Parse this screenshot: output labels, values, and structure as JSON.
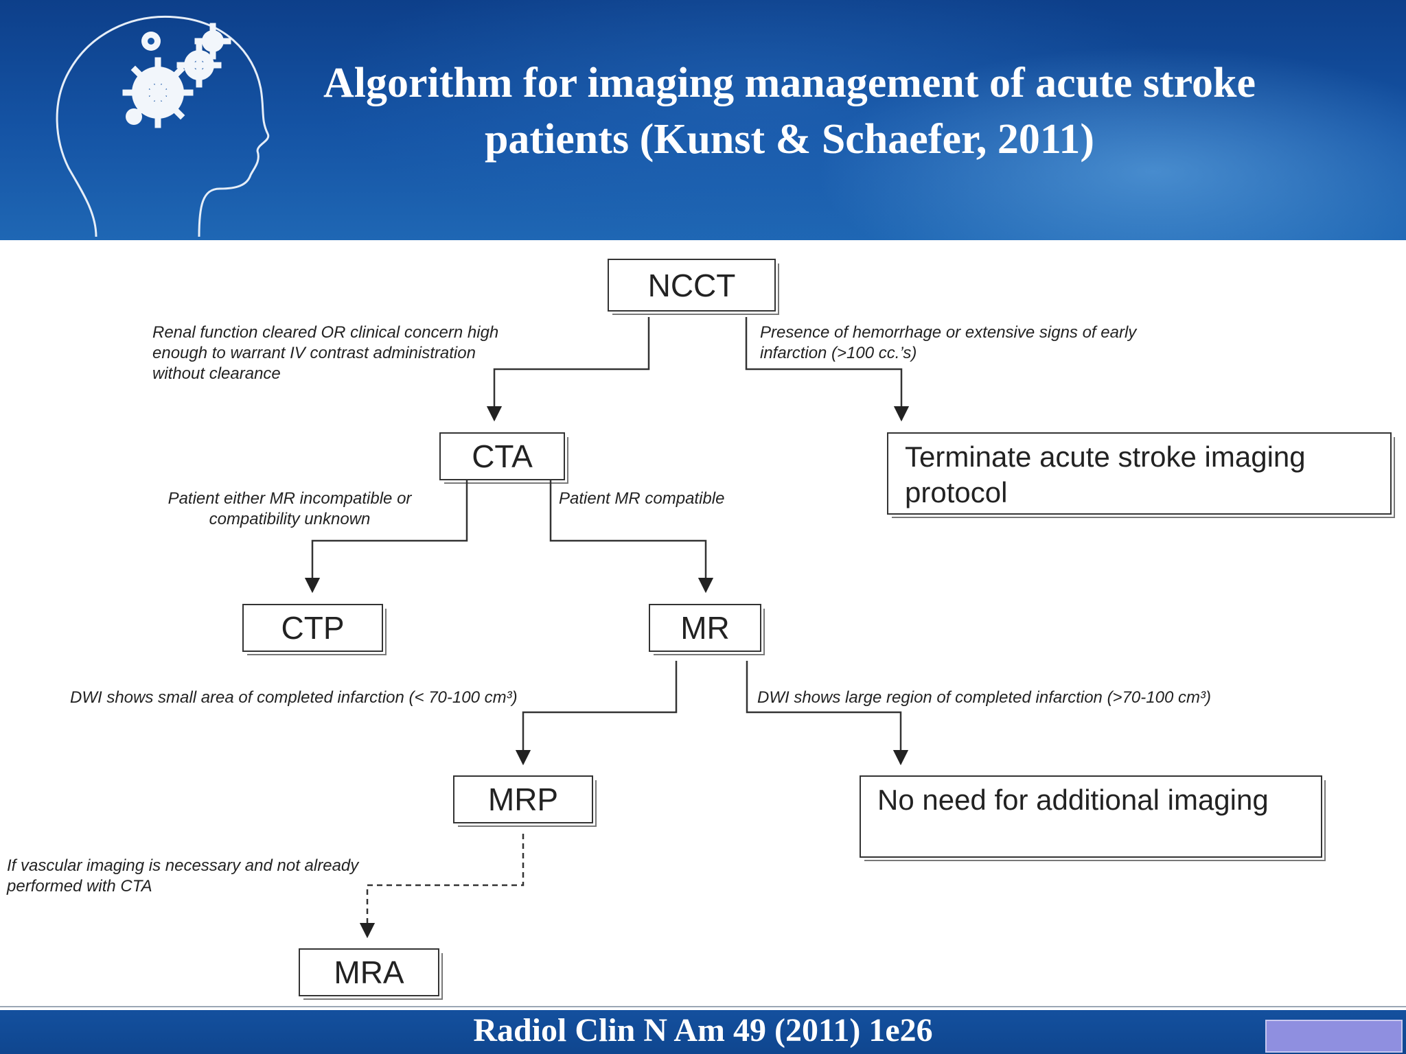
{
  "header": {
    "title_line1": "Algorithm for imaging management of acute stroke",
    "title_line2": "patients (Kunst & Schaefer, 2011)",
    "art_icon": "head-with-gears-icon"
  },
  "diagram": {
    "nodes": {
      "ncct": "NCCT",
      "cta": "CTA",
      "terminate": "Terminate acute stroke imaging protocol",
      "ctp": "CTP",
      "mr": "MR",
      "mrp": "MRP",
      "no_need": "No need for additional imaging",
      "mra": "MRA"
    },
    "conditions": {
      "renal_line1": "Renal function cleared OR clinical concern high",
      "renal_line2": "enough to warrant IV contrast administration",
      "renal_line3": "without clearance",
      "hemorrhage_line1": "Presence of hemorrhage or extensive signs of early",
      "hemorrhage_line2": "infarction (>100 cc.’s)",
      "mr_incompat_line1": "Patient either MR incompatible or",
      "mr_incompat_line2": "compatibility unknown",
      "mr_compat": "Patient MR compatible",
      "dwi_small": "DWI shows small area of completed infarction (< 70-100 cm³)",
      "dwi_large": "DWI shows large region of completed infarction (>70-100 cm³)",
      "vascular_line1": "If vascular imaging is necessary and not already",
      "vascular_line2": "performed with CTA"
    }
  },
  "footer": {
    "citation": "Radiol Clin N Am 49 (2011) 1e26"
  }
}
